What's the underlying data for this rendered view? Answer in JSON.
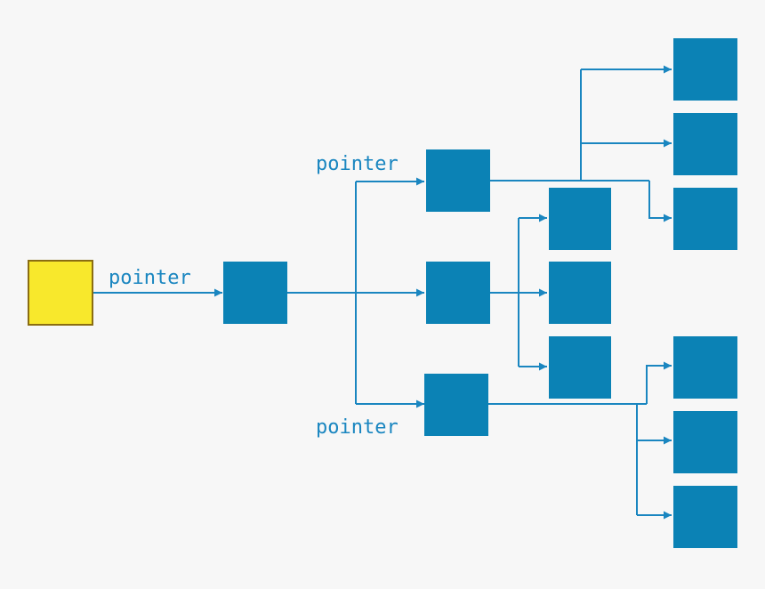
{
  "diagram": {
    "labels": {
      "pointer_1": "pointer",
      "pointer_2": "pointer",
      "pointer_3": "pointer"
    },
    "colors": {
      "root_fill": "#f8e82c",
      "root_stroke": "#8a6d12",
      "node_fill": "#0b82b5",
      "edge": "#1a86c0",
      "background": "#f7f7f7"
    },
    "nodes": [
      {
        "id": "root",
        "kind": "root"
      },
      {
        "id": "n1",
        "kind": "node"
      },
      {
        "id": "n2a",
        "kind": "node"
      },
      {
        "id": "n2b",
        "kind": "node"
      },
      {
        "id": "n2c",
        "kind": "node"
      },
      {
        "id": "n3a",
        "kind": "node"
      },
      {
        "id": "n3b",
        "kind": "node"
      },
      {
        "id": "n3c",
        "kind": "node"
      },
      {
        "id": "n4a",
        "kind": "node"
      },
      {
        "id": "n4b",
        "kind": "node"
      },
      {
        "id": "n4c",
        "kind": "node"
      },
      {
        "id": "n5a",
        "kind": "node"
      },
      {
        "id": "n5b",
        "kind": "node"
      },
      {
        "id": "n5c",
        "kind": "node"
      }
    ],
    "edges": [
      {
        "from": "root",
        "to": "n1",
        "label_key": "pointer_1"
      },
      {
        "from": "n1",
        "to": "n2a",
        "label_key": "pointer_2"
      },
      {
        "from": "n1",
        "to": "n2b"
      },
      {
        "from": "n1",
        "to": "n2c",
        "label_key": "pointer_3"
      },
      {
        "from": "n2a",
        "to": "n4a"
      },
      {
        "from": "n2a",
        "to": "n4b"
      },
      {
        "from": "n2a",
        "to": "n4c"
      },
      {
        "from": "n2b",
        "to": "n3a"
      },
      {
        "from": "n2b",
        "to": "n3b"
      },
      {
        "from": "n2b",
        "to": "n3c"
      },
      {
        "from": "n2c",
        "to": "n5a"
      },
      {
        "from": "n2c",
        "to": "n5b"
      },
      {
        "from": "n2c",
        "to": "n5c"
      }
    ]
  }
}
